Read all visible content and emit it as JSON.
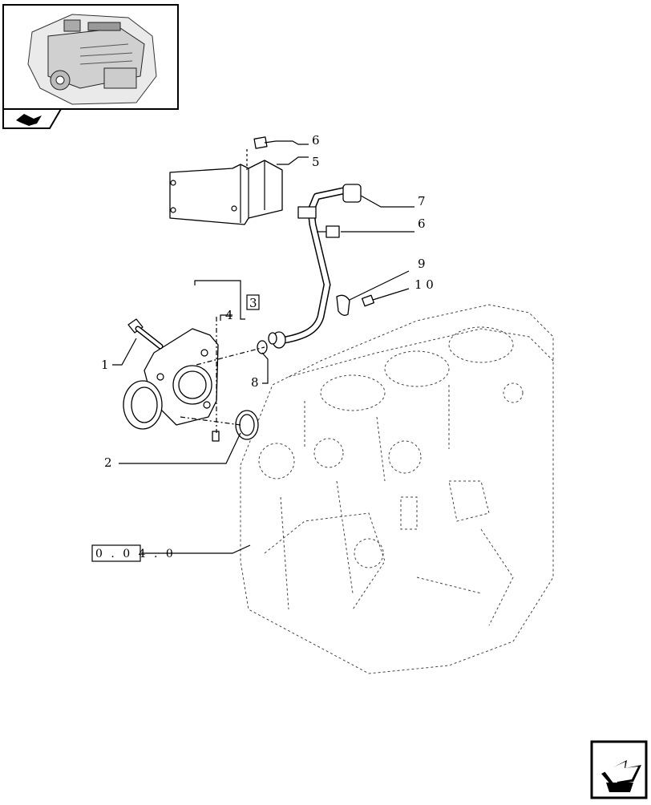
{
  "thumbnail": {
    "icon": "engine-overview-icon"
  },
  "nav": {
    "prev_icon": "previous-page-arrow-icon",
    "next_icon": "next-page-arrow-icon"
  },
  "callouts": {
    "c1": "1",
    "c2": "2",
    "c3": "3",
    "c4": "4",
    "c5": "5",
    "c6a": "6",
    "c6b": "6",
    "c7": "7",
    "c8": "8",
    "c9": "9",
    "c10": "1 0"
  },
  "reference": {
    "label": "0 . 0 4 . 0"
  }
}
